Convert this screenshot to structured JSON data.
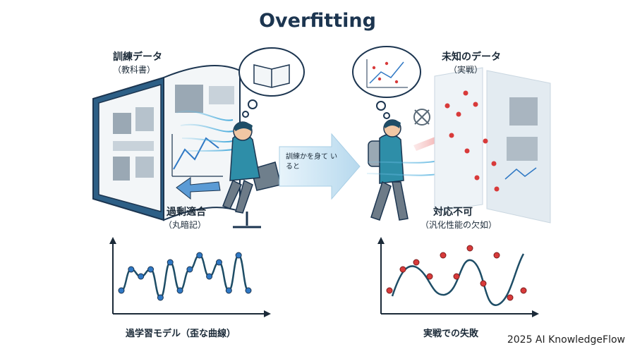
{
  "title": "Overfitting",
  "left": {
    "label": "訓練データ",
    "sublabel": "（教科書）",
    "overfit_label": "過剰適合",
    "overfit_sublabel": "（丸暗記）",
    "graph_caption": "過学習モデル（歪な曲線）"
  },
  "middle": {
    "arrow_text": "訓練かを身て いると"
  },
  "right": {
    "label": "未知のデータ",
    "sublabel": "（実戦）",
    "fail_label": "対応不可",
    "fail_sublabel": "（汎化性能の欠如）",
    "graph_caption": "実戦での失敗"
  },
  "footer": "2025 AI KnowledgeFlow",
  "colors": {
    "title": "#1c3550",
    "train_point": "#2f78c4",
    "test_point": "#d83a3a",
    "curve": "#1e4d66",
    "arrow_blue": "#5b9bd5",
    "arrow_red": "#e04040"
  },
  "chart_data": [
    {
      "type": "line",
      "title": "",
      "xlabel": "",
      "ylabel": "",
      "series": [
        {
          "x": [
            1,
            2,
            3,
            4,
            5,
            6,
            7,
            8,
            9,
            10,
            11,
            12,
            13,
            14
          ],
          "y": [
            2,
            5,
            4,
            5,
            1,
            6,
            2,
            5,
            7,
            4,
            6,
            2,
            7,
            2
          ]
        }
      ],
      "grid": false
    },
    {
      "type": "scatter",
      "title": "",
      "xlabel": "",
      "ylabel": "",
      "series": [
        {
          "x": [
            1,
            2,
            3,
            4,
            5,
            6,
            7,
            8,
            9,
            10,
            11
          ],
          "y": [
            2,
            5,
            6,
            4,
            7,
            4,
            8,
            3,
            7,
            1,
            2
          ]
        }
      ],
      "grid": false
    }
  ]
}
